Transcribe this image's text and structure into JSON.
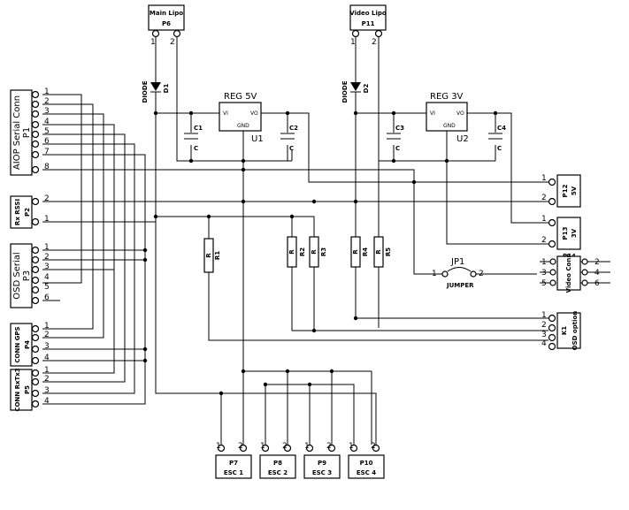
{
  "components": {
    "p6": {
      "name": "Main Lipo",
      "ref": "P6"
    },
    "p11": {
      "name": "Video Lipo",
      "ref": "P11"
    },
    "d1": {
      "type": "DIODE",
      "ref": "D1"
    },
    "d2": {
      "type": "DIODE",
      "ref": "D2"
    },
    "u1": {
      "name": "REG 5V",
      "ref": "U1",
      "vi": "VI",
      "gnd": "GND",
      "vo": "VO"
    },
    "u2": {
      "name": "REG 3V",
      "ref": "U2",
      "vi": "VI",
      "gnd": "GND",
      "vo": "VO"
    },
    "c1": {
      "ref": "C1",
      "val": "C"
    },
    "c2": {
      "ref": "C2",
      "val": "C"
    },
    "c3": {
      "ref": "C3",
      "val": "C"
    },
    "c4": {
      "ref": "C4",
      "val": "C"
    },
    "p1": {
      "name": "AIOP Serial Conn",
      "ref": "P1",
      "pins": [
        "1",
        "2",
        "3",
        "4",
        "5",
        "6",
        "7",
        "8"
      ]
    },
    "p2": {
      "name": "Rx RSSI",
      "ref": "P2",
      "pins": [
        "2",
        "1"
      ]
    },
    "p3": {
      "name": "OSD Serial",
      "ref": "P3",
      "pins": [
        "1",
        "2",
        "3",
        "4",
        "5",
        "6"
      ]
    },
    "p4": {
      "name": "CONN GPS",
      "ref": "P4",
      "pins": [
        "1",
        "2",
        "3",
        "4"
      ]
    },
    "p5": {
      "name": "CONN RxTx3",
      "ref": "P5",
      "pins": [
        "1",
        "2",
        "3",
        "4"
      ]
    },
    "p12": {
      "name": "5V",
      "ref": "P12",
      "pins": [
        "1",
        "2"
      ]
    },
    "p13": {
      "name": "3V",
      "ref": "P13",
      "pins": [
        "1",
        "2"
      ]
    },
    "p14": {
      "name": "Video Conn",
      "ref": "P14",
      "left_pins": [
        "1",
        "3",
        "5"
      ],
      "right_pins": [
        "2",
        "4",
        "6"
      ]
    },
    "k1": {
      "name": "OSD option",
      "ref": "K1",
      "pins": [
        "1",
        "2",
        "3",
        "4"
      ]
    },
    "jp1": {
      "ref": "JP1",
      "name": "JUMPER",
      "pin1": "1",
      "pin2": "2"
    },
    "r1": {
      "label": "R",
      "ref": "R1"
    },
    "r2": {
      "label": "R",
      "ref": "R2"
    },
    "r3": {
      "label": "R",
      "ref": "R3"
    },
    "r4": {
      "label": "R",
      "ref": "R4"
    },
    "r5": {
      "label": "R",
      "ref": "R5"
    },
    "p7": {
      "ref": "P7",
      "name": "ESC 1"
    },
    "p8": {
      "ref": "P8",
      "name": "ESC 2"
    },
    "p9": {
      "ref": "P9",
      "name": "ESC 3"
    },
    "p10": {
      "ref": "P10",
      "name": "ESC 4"
    },
    "pin_one": "1",
    "pin_two": "2"
  }
}
